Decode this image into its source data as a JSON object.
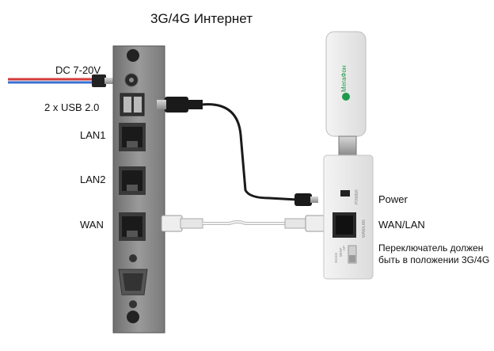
{
  "title": "3G/4G Интернет",
  "labels": {
    "dc": "DC 7-20V",
    "usb": "2 x USB 2.0",
    "lan1": "LAN1",
    "lan2": "LAN2",
    "wan": "WAN",
    "power": "Power",
    "wanlan": "WAN/LAN",
    "switch_note": "Переключатель должен быть в положении 3G/4G"
  },
  "device_text": {
    "modem_brand": "МегаФон",
    "power_port": "POWER",
    "wanlan_port": "WAN/LAN",
    "mode_3g4g": "3G/4G",
    "mode_wisp": "WISP",
    "mode_ap": "AP"
  },
  "colors": {
    "panel": "#8a8a8a",
    "panel_dark": "#5a5a5a",
    "cable_black": "#1a1a1a",
    "cable_white": "#e6e6e6",
    "dc_red": "#d23a3a",
    "dc_blue": "#3a6fd2",
    "brand_green": "#1f9a4a"
  }
}
